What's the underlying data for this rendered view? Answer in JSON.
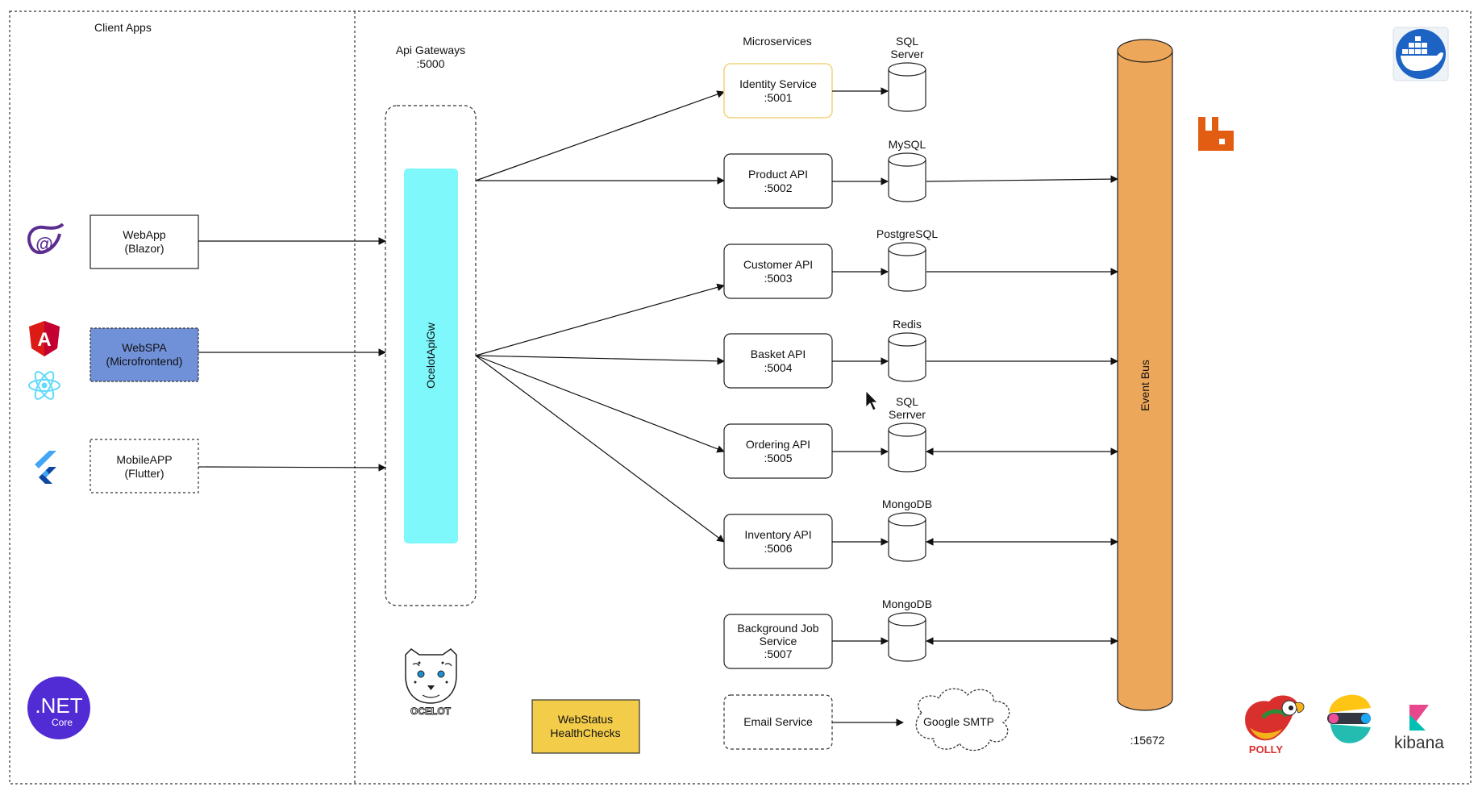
{
  "sections": {
    "client_apps": "Client Apps",
    "api_gateways": [
      "Api Gateways",
      ":5000"
    ],
    "microservices": "Microservices"
  },
  "gateway": {
    "name": "OcelotApiGw",
    "logo_text": "OCELOT"
  },
  "clients": [
    {
      "id": "webapp",
      "lines": [
        "WebApp",
        "(Blazor)"
      ],
      "icon": "blazor-icon"
    },
    {
      "id": "webspa",
      "lines": [
        "WebSPA",
        "(Microfrontend)"
      ],
      "icon": "angular-icon"
    },
    {
      "id": "mobileapp",
      "lines": [
        "MobileAPP",
        "(Flutter)"
      ],
      "icon": "flutter-icon"
    }
  ],
  "services": [
    {
      "id": "identity",
      "lines": [
        "Identity Service",
        ":5001"
      ],
      "db": [
        "SQL",
        "Server"
      ]
    },
    {
      "id": "product",
      "lines": [
        "Product API",
        ":5002"
      ],
      "db": [
        "MySQL"
      ]
    },
    {
      "id": "customer",
      "lines": [
        "Customer API",
        ":5003"
      ],
      "db": [
        "PostgreSQL"
      ]
    },
    {
      "id": "basket",
      "lines": [
        "Basket API",
        ":5004"
      ],
      "db": [
        "Redis"
      ]
    },
    {
      "id": "ordering",
      "lines": [
        "Ordering API",
        ":5005"
      ],
      "db": [
        "SQL",
        "Serrver"
      ]
    },
    {
      "id": "inventory",
      "lines": [
        "Inventory API",
        ":5006"
      ],
      "db": [
        "MongoDB"
      ]
    },
    {
      "id": "background",
      "lines": [
        "Background Job",
        "Service",
        ":5007"
      ],
      "db": [
        "MongoDB"
      ]
    }
  ],
  "email": {
    "label": "Email Service",
    "smtp": "Google SMTP"
  },
  "health": [
    "WebStatus",
    "HealthChecks"
  ],
  "event_bus": {
    "label": "Event Bus",
    "port": ":15672"
  },
  "brand_logos": {
    "dotnet": ".NET",
    "dotnet_sub": "Core",
    "kibana": "kibana",
    "polly": "POLLY"
  },
  "colors": {
    "gateway_fill": "#7ef8fb",
    "event_bus_fill": "#eda75a",
    "webspa_fill": "#7090d8",
    "health_fill": "#f3cd4a",
    "identity_border": "#f0d47a",
    "dotnet_purple": "#512bd4",
    "rabbitmq_orange": "#e25d12",
    "docker_blue": "#1d63c4"
  }
}
